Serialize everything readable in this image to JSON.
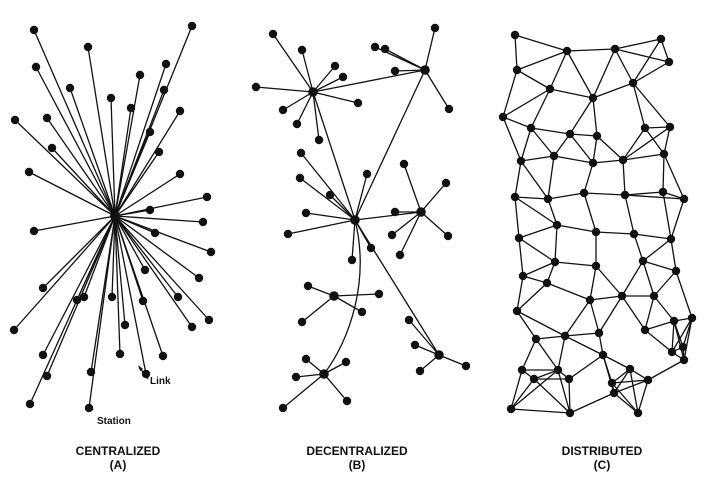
{
  "colors": {
    "ink": "#111111",
    "background": "#ffffff"
  },
  "panels": [
    {
      "title": "CENTRALIZED",
      "letter": "(A)"
    },
    {
      "title": "DECENTRALIZED",
      "letter": "(B)"
    },
    {
      "title": "DISTRIBUTED",
      "letter": "(C)"
    }
  ],
  "annotations": {
    "link": "Link",
    "station": "Station"
  }
}
